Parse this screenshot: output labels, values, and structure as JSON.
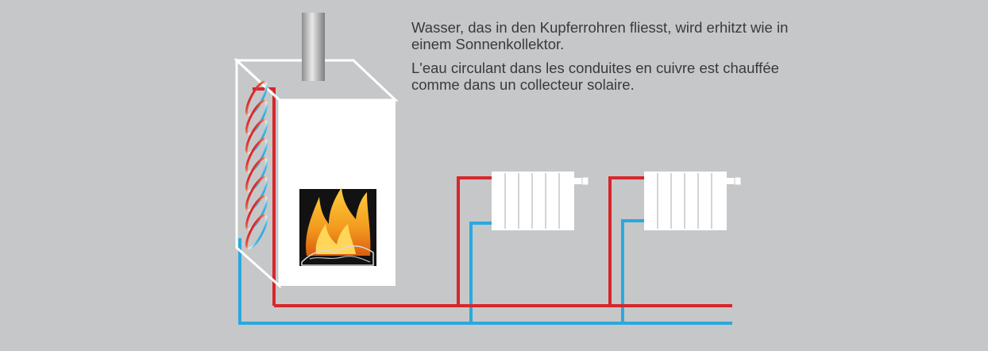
{
  "caption": {
    "german": "Wasser, das in den Kupferrohren fliesst, wird erhitzt wie in einem Sonnenkollektor.",
    "french": "L'eau circulant dans les conduites en cuivre est chauffée comme dans un collecteur solaire."
  },
  "colors": {
    "background": "#c6c7c8",
    "hot_pipe": "#d7262b",
    "cold_pipe": "#2aa9df",
    "stove_body": "#ffffff",
    "firebox": "#111111",
    "flame": "#f5a623"
  },
  "icons": [
    "stove",
    "chimney",
    "fire",
    "radiator",
    "radiator"
  ]
}
